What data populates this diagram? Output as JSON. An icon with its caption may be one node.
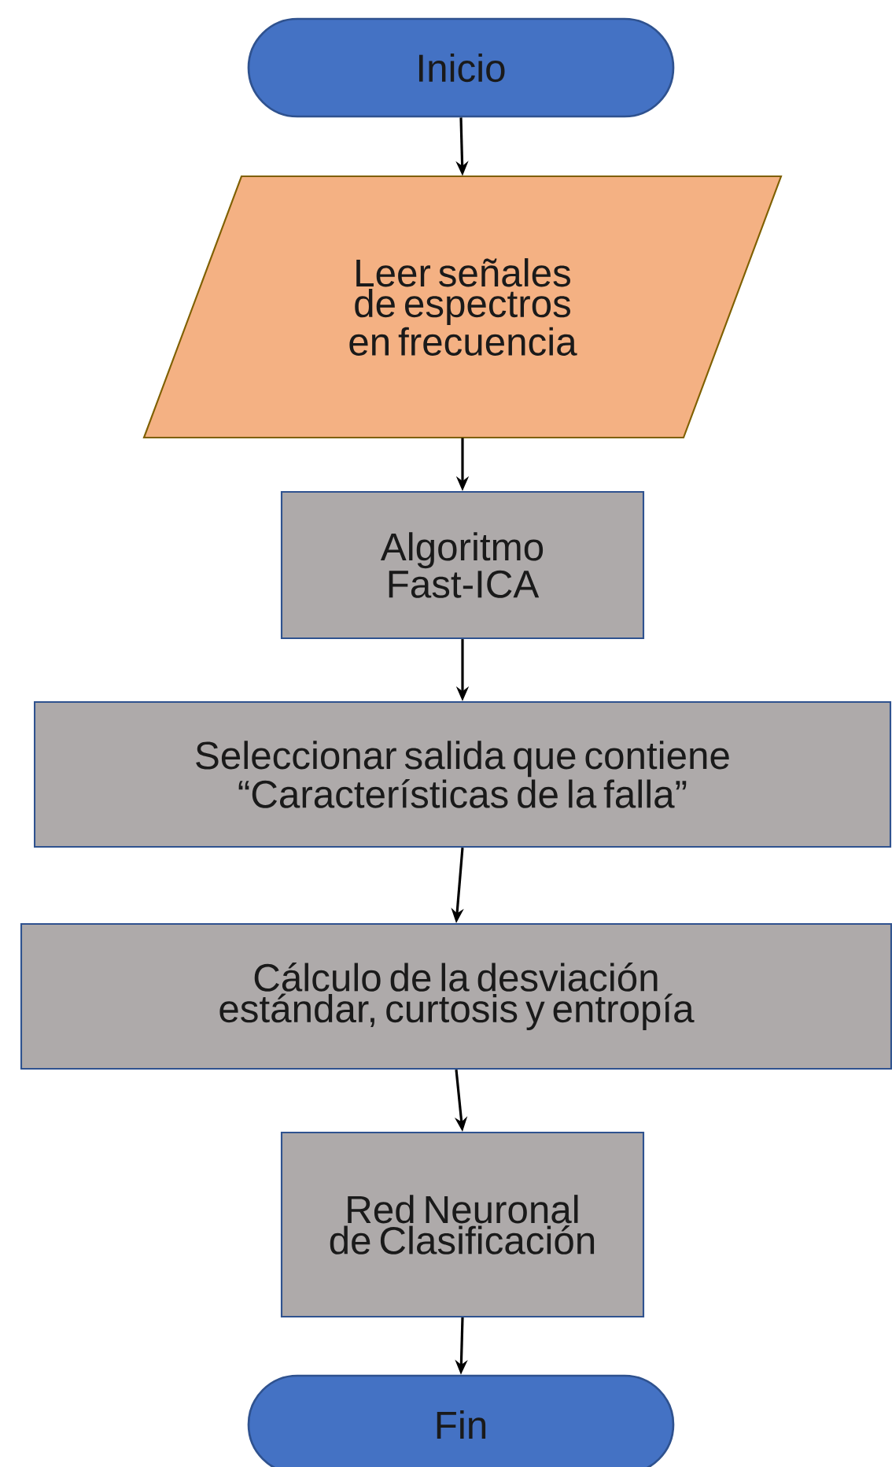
{
  "diagram": {
    "nodes": [
      {
        "text": [
          "Inicio"
        ]
      },
      {
        "text": [
          "Leer señales de espectros en frecuencia"
        ]
      },
      {
        "text": [
          "Algoritmo Fast-ICA"
        ]
      },
      {
        "text": [
          "Seleccionar salida que contiene “Características de la falla”"
        ]
      },
      {
        "text": [
          "Cálculo de la desviación estándar, curtosis y entropía"
        ]
      },
      {
        "text": [
          "Red Neuronal de Clasificación"
        ]
      },
      {
        "text": [
          "Fin"
        ]
      }
    ],
    "edges": [
      {
        "from": 0,
        "to": 1,
        "arrow": "to"
      },
      {
        "from": 1,
        "to": 2,
        "arrow": "to"
      },
      {
        "from": 2,
        "to": 3,
        "arrow": "to"
      },
      {
        "from": 3,
        "to": 4,
        "arrow": "to"
      },
      {
        "from": 4,
        "to": 5,
        "arrow": "to"
      },
      {
        "from": 5,
        "to": 6,
        "arrow": "to"
      }
    ]
  }
}
